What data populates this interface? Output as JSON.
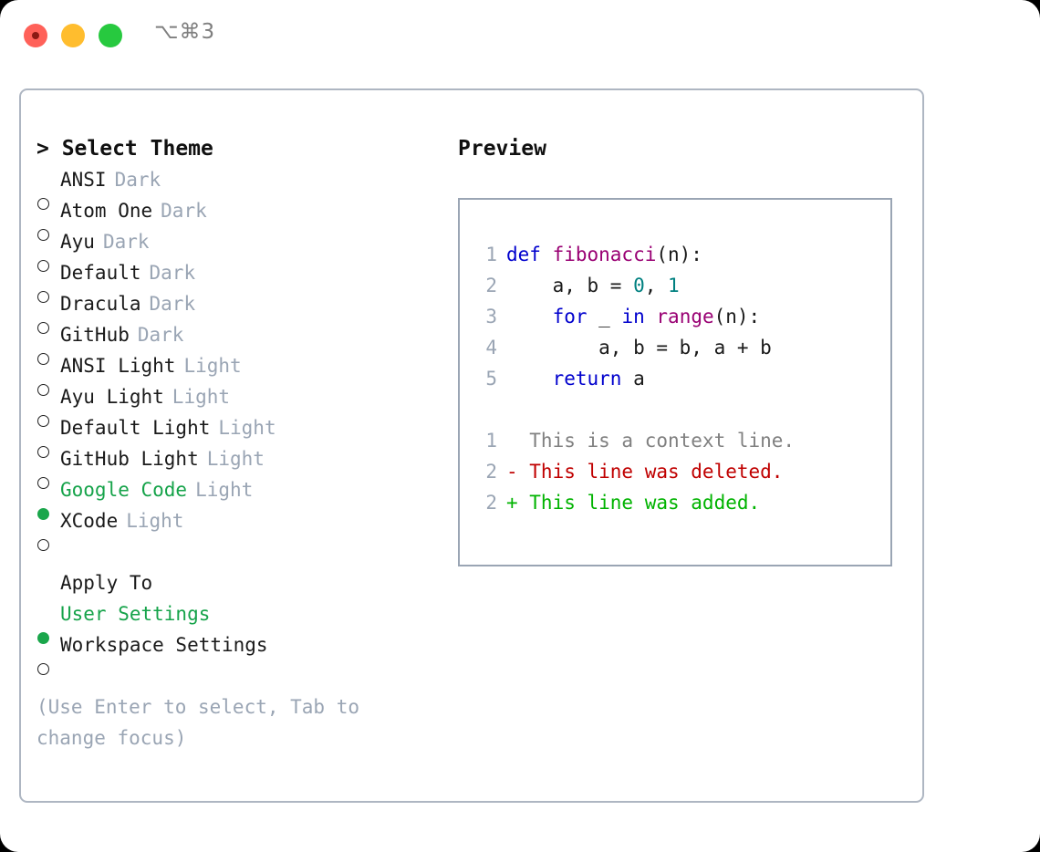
{
  "window": {
    "shortcut_label": "⌥⌘3",
    "traffic_lights": [
      "close",
      "minimize",
      "zoom"
    ]
  },
  "theme_picker": {
    "header": "> Select Theme",
    "options": [
      {
        "marker": "○",
        "name": "ANSI",
        "variant": "Dark",
        "selected": false
      },
      {
        "marker": "○",
        "name": "Atom One",
        "variant": "Dark",
        "selected": false
      },
      {
        "marker": "○",
        "name": "Ayu",
        "variant": "Dark",
        "selected": false
      },
      {
        "marker": "○",
        "name": "Default",
        "variant": "Dark",
        "selected": false
      },
      {
        "marker": "○",
        "name": "Dracula",
        "variant": "Dark",
        "selected": false
      },
      {
        "marker": "○",
        "name": "GitHub",
        "variant": "Dark",
        "selected": false
      },
      {
        "marker": "○",
        "name": "ANSI Light",
        "variant": "Light",
        "selected": false
      },
      {
        "marker": "○",
        "name": "Ayu Light",
        "variant": "Light",
        "selected": false
      },
      {
        "marker": "○",
        "name": "Default Light",
        "variant": "Light",
        "selected": false
      },
      {
        "marker": "○",
        "name": "GitHub Light",
        "variant": "Light",
        "selected": false
      },
      {
        "marker": "●",
        "name": "Google Code",
        "variant": "Light",
        "selected": true
      },
      {
        "marker": "○",
        "name": "XCode",
        "variant": "Light",
        "selected": false
      }
    ]
  },
  "apply_to": {
    "title": "Apply To",
    "options": [
      {
        "marker": "●",
        "name": "User Settings",
        "selected": true
      },
      {
        "marker": "○",
        "name": "Workspace Settings",
        "selected": false
      }
    ]
  },
  "hint": "(Use Enter to select, Tab to change focus)",
  "preview": {
    "title": "Preview",
    "code_lines": [
      {
        "no": "1",
        "tokens": [
          {
            "t": "def ",
            "c": "kw"
          },
          {
            "t": "fibonacci",
            "c": "fn"
          },
          {
            "t": "(n):",
            "c": "plain"
          }
        ]
      },
      {
        "no": "2",
        "tokens": [
          {
            "t": "    a, b = ",
            "c": "plain"
          },
          {
            "t": "0",
            "c": "num"
          },
          {
            "t": ", ",
            "c": "plain"
          },
          {
            "t": "1",
            "c": "num"
          }
        ]
      },
      {
        "no": "3",
        "tokens": [
          {
            "t": "    ",
            "c": "plain"
          },
          {
            "t": "for",
            "c": "kw"
          },
          {
            "t": " _ ",
            "c": "plain"
          },
          {
            "t": "in",
            "c": "kw"
          },
          {
            "t": " ",
            "c": "plain"
          },
          {
            "t": "range",
            "c": "fn"
          },
          {
            "t": "(n):",
            "c": "plain"
          }
        ]
      },
      {
        "no": "4",
        "tokens": [
          {
            "t": "        a, b = b, a + b",
            "c": "plain"
          }
        ]
      },
      {
        "no": "5",
        "tokens": [
          {
            "t": "    ",
            "c": "plain"
          },
          {
            "t": "return",
            "c": "kw"
          },
          {
            "t": " a",
            "c": "plain"
          }
        ]
      }
    ],
    "diff_lines": [
      {
        "no": "1",
        "text": "  This is a context line.",
        "kind": "ctx"
      },
      {
        "no": "2",
        "text": "- This line was deleted.",
        "kind": "del"
      },
      {
        "no": "2",
        "text": "+ This line was added.",
        "kind": "add"
      }
    ]
  },
  "colors": {
    "accent_green": "#16a34a",
    "muted": "#9aa5b4",
    "keyword": "#0000cd",
    "function": "#990073",
    "number": "#008080",
    "diff_deleted": "#c00000",
    "diff_added": "#00b300",
    "border": "#aeb6c2"
  }
}
